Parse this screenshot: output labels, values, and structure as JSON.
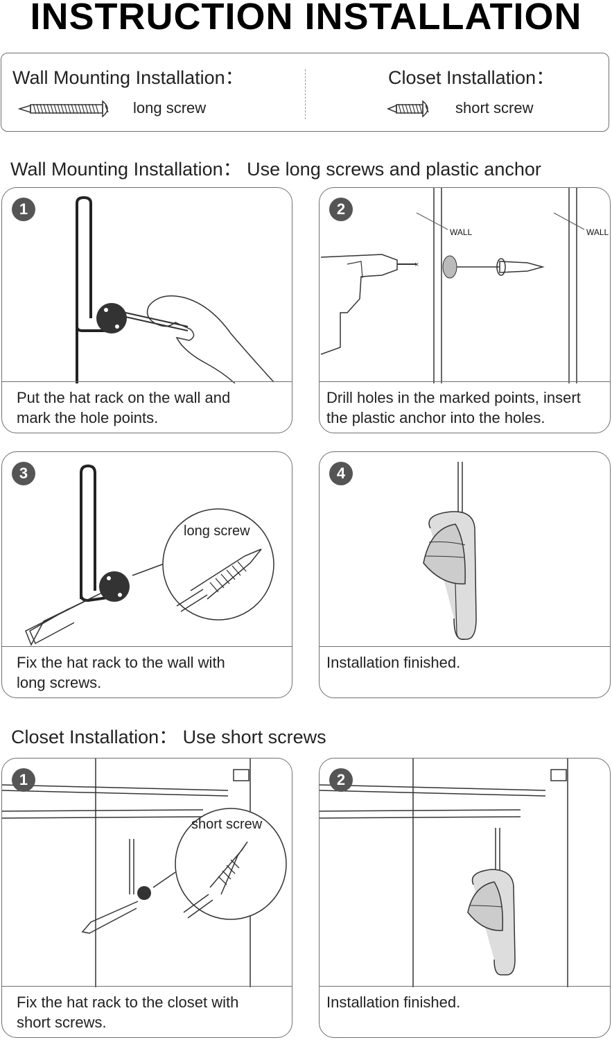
{
  "title": "INSTRUCTION INSTALLATION",
  "legend": {
    "wall_heading": "Wall Mounting Installation：",
    "wall_screw": "long screw",
    "closet_heading": "Closet Installation：",
    "closet_screw": "short screw"
  },
  "wall_section": {
    "heading": "Wall Mounting Installation：  Use long screws and plastic anchor",
    "steps": [
      {
        "number": "1",
        "caption_line1": "Put the hat rack on the wall and",
        "caption_line2": "mark the hole points."
      },
      {
        "number": "2",
        "caption_line1": "Drill holes in the marked points, insert",
        "caption_line2": "the plastic anchor into the holes.",
        "wall_label": "WALL"
      },
      {
        "number": "3",
        "caption_line1": "Fix the hat rack to the wall with",
        "caption_line2": "long screws.",
        "callout": "long screw"
      },
      {
        "number": "4",
        "caption_line1": "Installation finished.",
        "caption_line2": ""
      }
    ]
  },
  "closet_section": {
    "heading": "Closet Installation：  Use short screws",
    "steps": [
      {
        "number": "1",
        "caption_line1": "Fix the hat rack to the closet with",
        "caption_line2": "short screws.",
        "callout": "short screw"
      },
      {
        "number": "2",
        "caption_line1": "Installation finished.",
        "caption_line2": ""
      }
    ]
  }
}
